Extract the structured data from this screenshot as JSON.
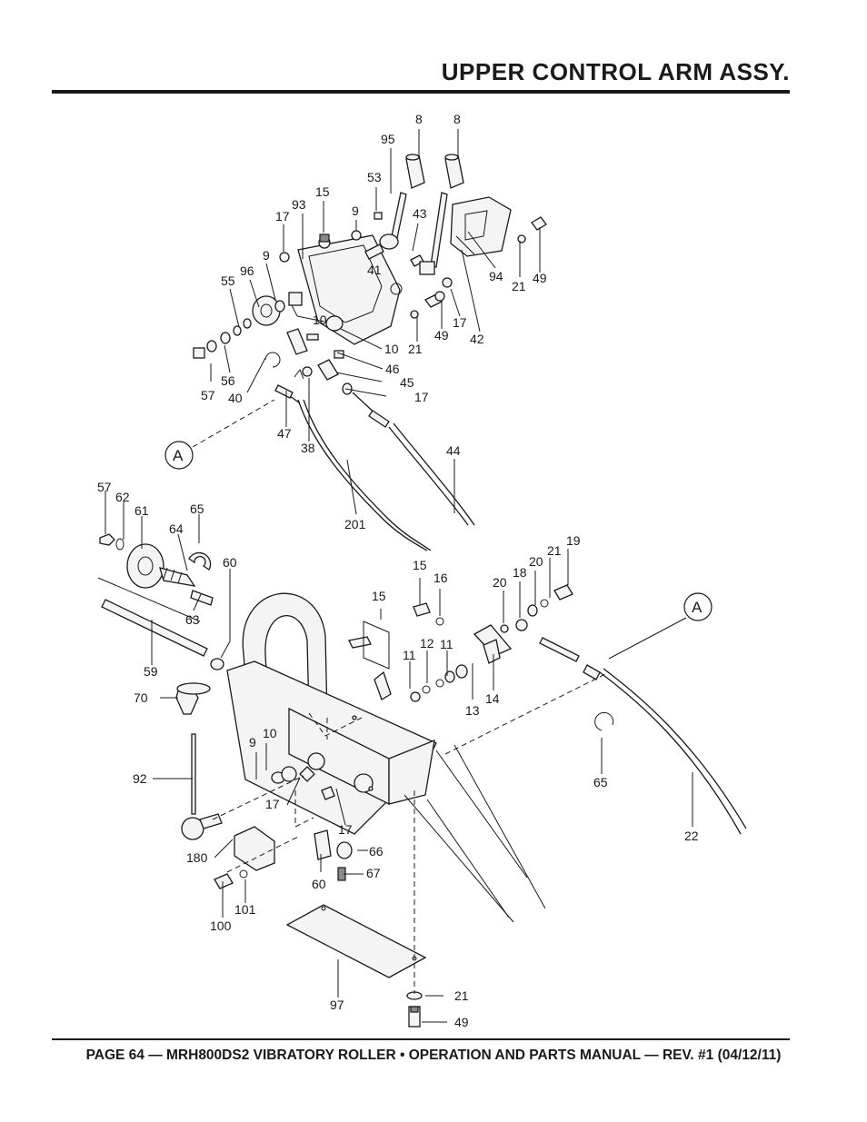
{
  "header": {
    "title": "UPPER CONTROL ARM ASSY."
  },
  "footer": {
    "text": "PAGE 64 — MRH800DS2 VIBRATORY ROLLER • OPERATION AND PARTS MANUAL — REV. #1 (04/12/11)"
  },
  "callouts": {
    "c8a": "8",
    "c8b": "8",
    "c95": "95",
    "c53": "53",
    "c15a": "15",
    "c93": "93",
    "c9a": "9",
    "c43": "43",
    "c17a": "17",
    "c9b": "9",
    "c41": "41",
    "c96": "96",
    "c55": "55",
    "c10a": "10",
    "c10b": "10",
    "c94": "94",
    "c21a": "21",
    "c49a": "49",
    "c17b": "17",
    "c21b": "21",
    "c49b": "49",
    "c42": "42",
    "c46": "46",
    "c45": "45",
    "c17c": "17",
    "c56": "56",
    "c57a": "57",
    "c40": "40",
    "c47": "47",
    "c38": "38",
    "c44": "44",
    "c201": "201",
    "cA1": "A",
    "c57b": "57",
    "c62": "62",
    "c61": "61",
    "c65a": "65",
    "c64": "64",
    "c60a": "60",
    "c63": "63",
    "c59": "59",
    "c15b": "15",
    "c16": "16",
    "c20a": "20",
    "c18": "18",
    "c20b": "20",
    "c21c": "21",
    "c19": "19",
    "cA2": "A",
    "c15c": "15",
    "c12": "12",
    "c11a": "11",
    "c11b": "11",
    "c13": "13",
    "c14": "14",
    "c70": "70",
    "c92": "92",
    "c10c": "10",
    "c9c": "9",
    "c17d": "17",
    "c17e": "17",
    "c180": "180",
    "c60b": "60",
    "c66": "66",
    "c67": "67",
    "c65b": "65",
    "c22": "22",
    "c100": "100",
    "c101": "101",
    "c97": "97",
    "c21d": "21",
    "c49c": "49"
  }
}
